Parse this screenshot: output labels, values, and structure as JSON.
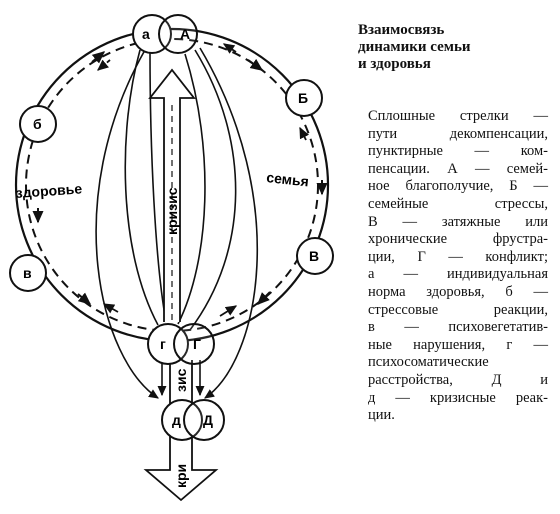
{
  "diagram": {
    "nodes": {
      "a_lower": "а",
      "a_upper": "А",
      "b_lower": "б",
      "b_upper": "Б",
      "v_lower": "в",
      "v_upper": "В",
      "g_lower": "г",
      "g_upper": "Г",
      "d_lower": "д",
      "d_upper": "Д"
    },
    "labels": {
      "health": "здоровье",
      "family": "семья",
      "crisis_up": "кризис",
      "crisis_down_1": "зис",
      "crisis_down_2": "кри"
    }
  },
  "title": {
    "line1": "Взаимосвязь",
    "line2": "динамики семьи",
    "line3": "и здоровья"
  },
  "legend": {
    "lines": [
      "Сплошные стрелки —",
      "пути декомпенсации,",
      "пунктирные — ком-",
      "пенсации. А — семей-",
      "ное благополучие, Б —",
      "семейные стрессы,",
      "В — затяжные или",
      "хронические фрустра-",
      "ции, Г — конфликт;",
      "а — индивидуальная",
      "норма здоровья, б —",
      "стрессовые реакции,",
      "в — психовегетатив-",
      "ные нарушения, г —",
      "психосоматические",
      "расстройства, Д и",
      "д — кризисные реак-",
      "ции."
    ]
  }
}
